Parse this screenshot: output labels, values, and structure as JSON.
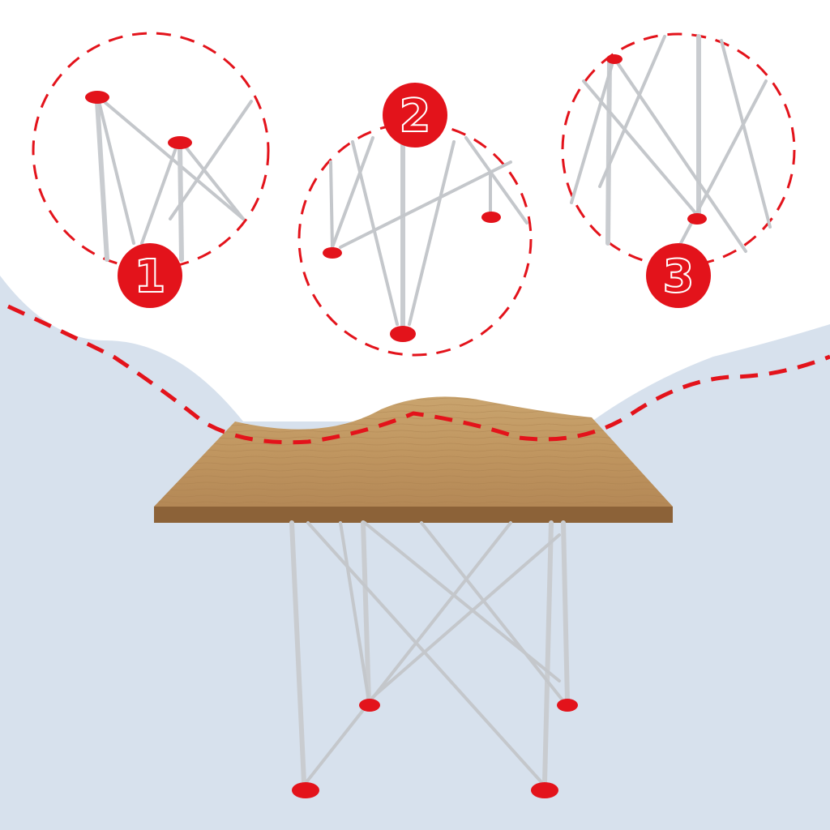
{
  "steps": [
    {
      "number": "1"
    },
    {
      "number": "2"
    },
    {
      "number": "3"
    }
  ],
  "colors": {
    "accent": "#e3131b",
    "background_top": "#ffffff",
    "background_bottom": "#d7e1ed",
    "wood": "#c49a62",
    "metal": "#c9ccd0"
  }
}
